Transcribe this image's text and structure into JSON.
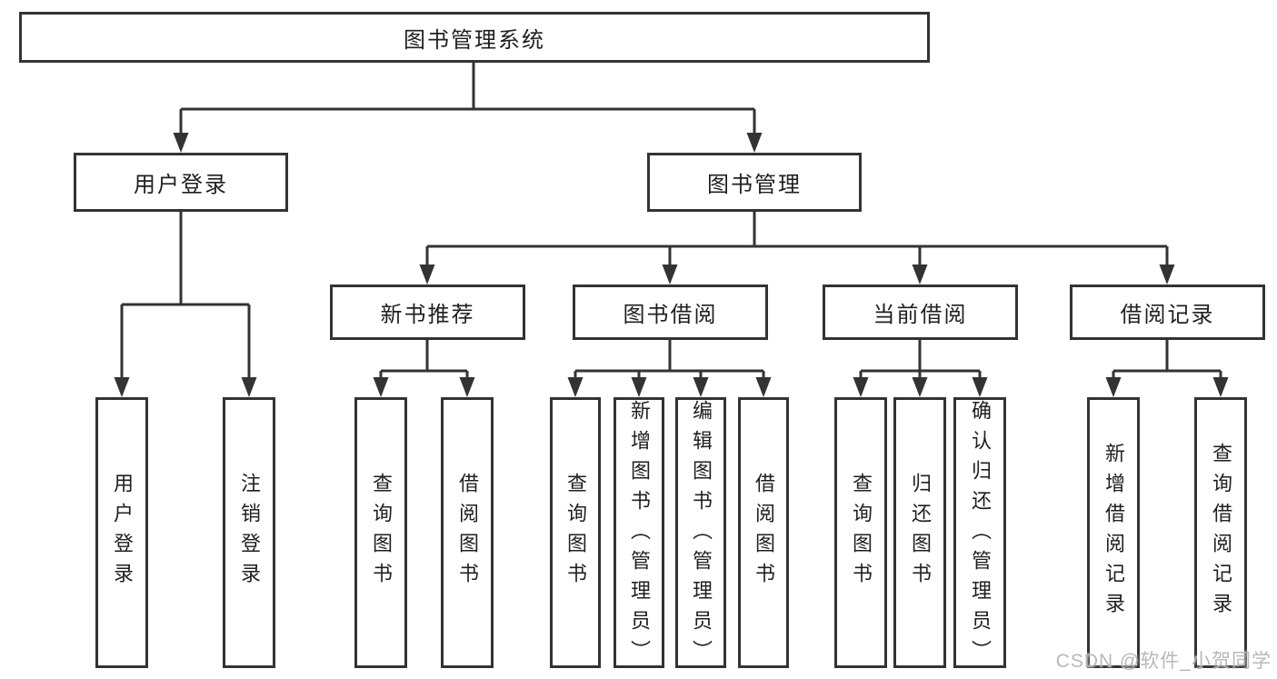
{
  "diagram": {
    "type": "tree",
    "root": "图书管理系统",
    "level2": [
      "用户登录",
      "图书管理"
    ],
    "level3": [
      "新书推荐",
      "图书借阅",
      "当前借阅",
      "借阅记录"
    ],
    "leaves_user_login": [
      "用户登录",
      "注销登录"
    ],
    "leaves_new_books": [
      "查询图书",
      "借阅图书"
    ],
    "leaves_book_borrow": [
      "查询图书",
      "新增图书（管理员）",
      "编辑图书（管理员）",
      "借阅图书"
    ],
    "leaves_current_borrow": [
      "查询图书",
      "归还图书",
      "确认归还（管理员）"
    ],
    "leaves_borrow_records": [
      "新增借阅记录",
      "查询借阅记录"
    ]
  },
  "watermark": "CSDN @软件_小贺同学",
  "colors": {
    "line": "#333333",
    "text": "#1f1f1f",
    "background": "#ffffff",
    "watermark": "#b2b2b2"
  }
}
